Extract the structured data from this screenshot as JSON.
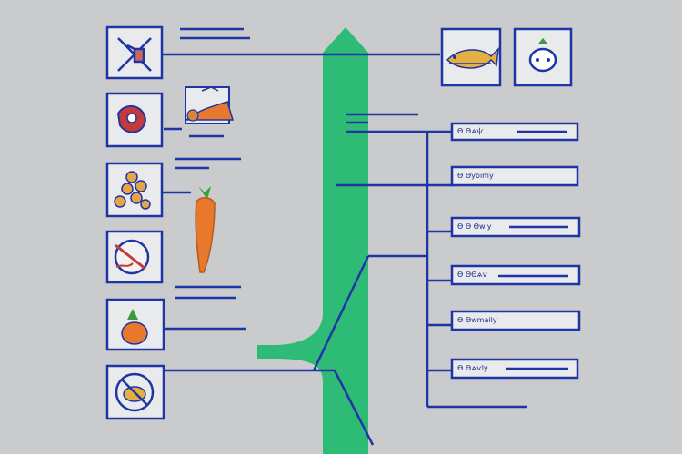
{
  "colors": {
    "background": "#c9cbcc",
    "line": "#1f35a6",
    "arrow": "#2dbb76",
    "tile_fill": "#e8eaec",
    "carrot": "#e8792c",
    "leaf": "#3f9a3c"
  },
  "left_tiles": [
    {
      "icon": "utensils-icon"
    },
    {
      "icon": "meat-icon"
    },
    {
      "icon": "nuts-icon"
    },
    {
      "icon": "plate-icon"
    },
    {
      "icon": "pumpkin-icon"
    },
    {
      "icon": "no-bread-icon"
    }
  ],
  "top_right_tiles": [
    {
      "icon": "fish-icon"
    },
    {
      "icon": "pot-icon"
    }
  ],
  "right_labels": [
    {
      "text": "Ѳ Ѳѧѱ"
    },
    {
      "text": "Ѳ Ѳуbimy"
    },
    {
      "text": "Ѳ Ѳ Ѳwly"
    },
    {
      "text": "Ѳ ѲѲѧѵ"
    },
    {
      "text": "Ѳ Ѳwmaily"
    },
    {
      "text": "Ѳ Ѳѧѵly"
    }
  ]
}
